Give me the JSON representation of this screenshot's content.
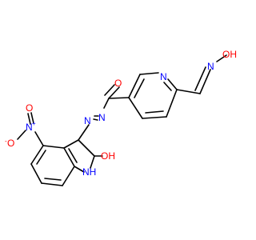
{
  "colors": {
    "bond": "#000000",
    "oxygen": "#ff0000",
    "nitrogen": "#0000ff",
    "carbon": "#000000"
  },
  "labels": {
    "oxime_oh": "OH",
    "oxime_n": "N",
    "pyridine_n": "N",
    "amide_o": "O",
    "azo_n1": "N",
    "azo_n2": "N",
    "nitro_o_minus": "O",
    "nitro_charge_minus": "-",
    "nitro_n": "N",
    "nitro_charge_plus": "+",
    "nitro_o": "O",
    "indole_nh": "NH",
    "indole_oh": "OH"
  }
}
